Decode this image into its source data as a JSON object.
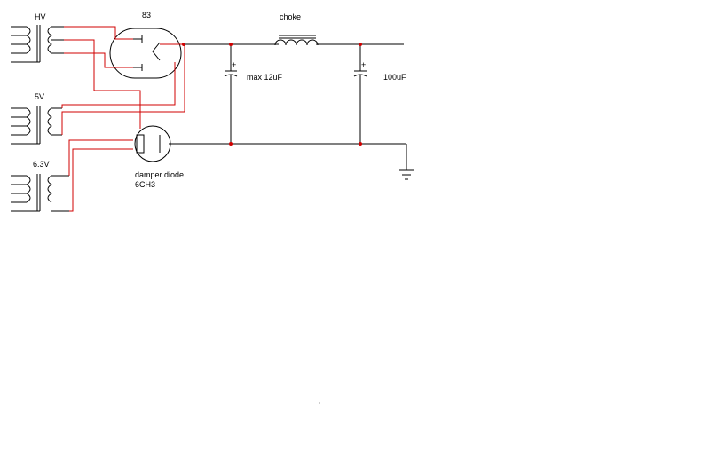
{
  "labels": {
    "hv": "HV",
    "five_v": "5V",
    "six_three_v": "6.3V",
    "tube_83": "83",
    "choke": "choke",
    "cap_max": "max 12uF",
    "cap_100": "100uF",
    "damper_line1": "damper diode",
    "damper_line2": "6CH3",
    "cap_plus": "+"
  },
  "colors": {
    "wire": "#d00000",
    "component": "#000000",
    "background": "#ffffff"
  }
}
